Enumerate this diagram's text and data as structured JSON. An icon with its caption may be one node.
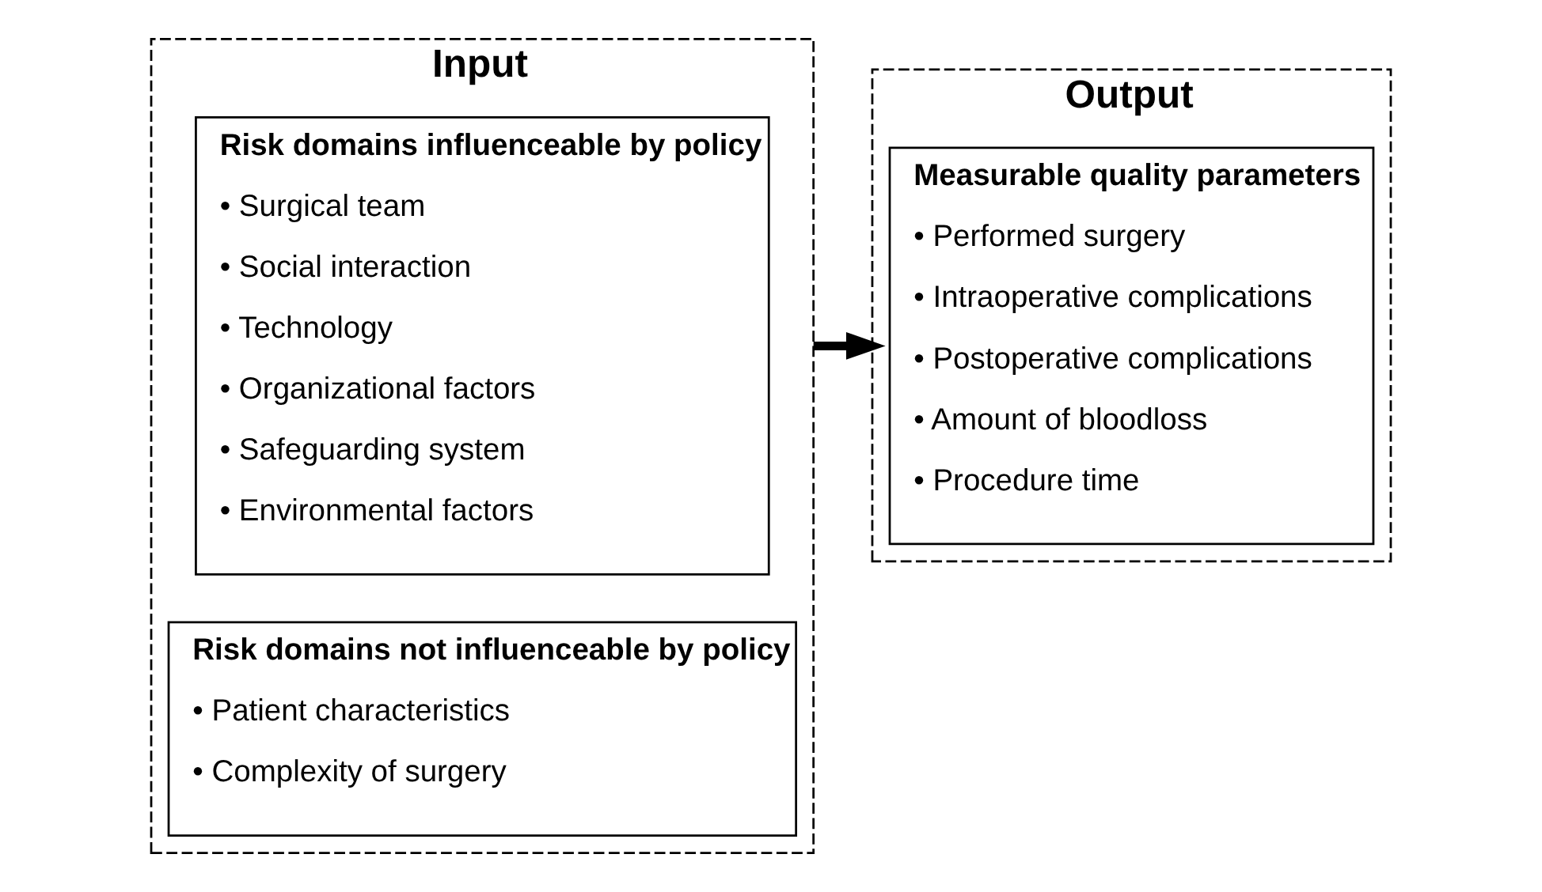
{
  "diagram": {
    "nodes": [
      {
        "text": [
          "Input"
        ]
      },
      {
        "text": [
          "Risk domains influenceable by policy",
          "• Surgical team",
          "• Social interaction",
          "• Technology",
          "• Organizational factors",
          "• Safeguarding system",
          "• Environmental factors"
        ],
        "in": 0
      },
      {
        "text": [
          "Risk domains not influenceable by policy",
          "• Patient characteristics",
          "• Complexity of surgery"
        ],
        "in": 0
      },
      {
        "text": [
          "Output"
        ]
      },
      {
        "text": [
          "Measurable quality parameters",
          "• Performed surgery",
          "• Intraoperative complications",
          "• Postoperative complications",
          "• Amount of bloodloss",
          "• Procedure time"
        ],
        "in": 3
      }
    ],
    "edges": [
      {
        "from": 0,
        "to": 3,
        "arrow": "to"
      }
    ]
  }
}
